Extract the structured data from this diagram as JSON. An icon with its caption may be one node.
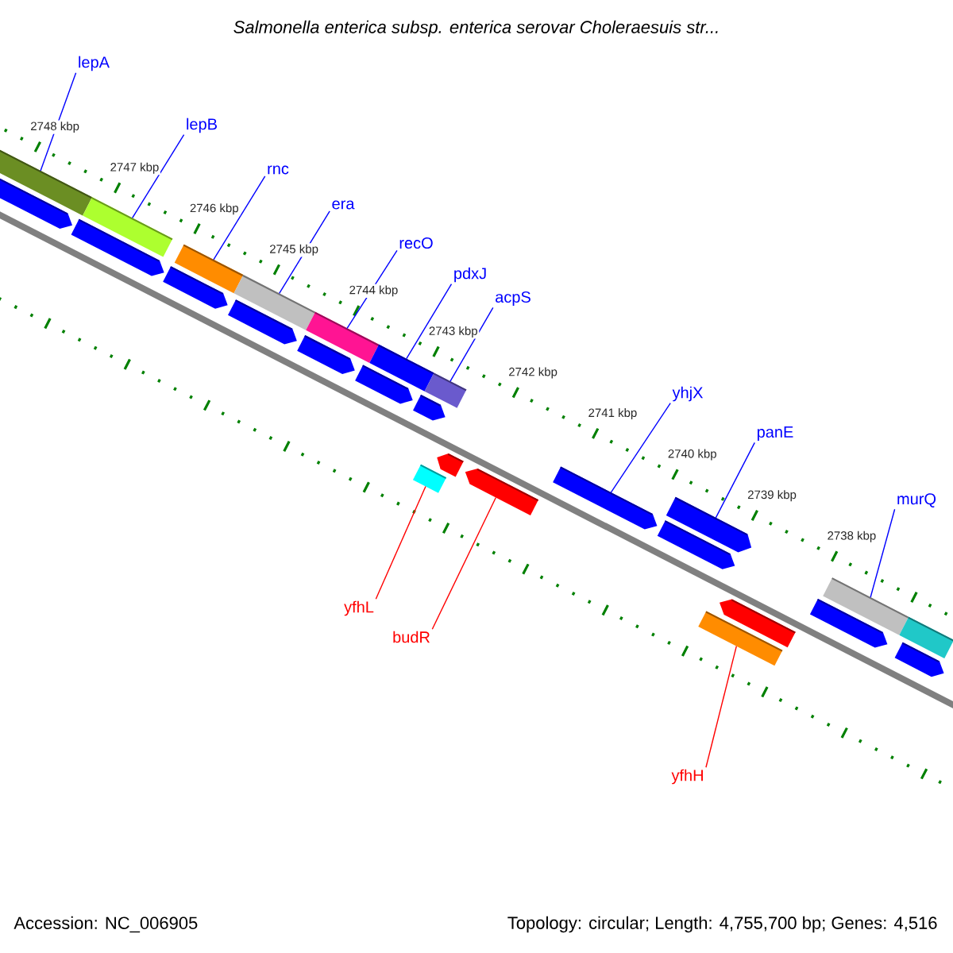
{
  "diagram": {
    "title": "Salmonella enterica subsp. enterica serovar Choleraesuis str...",
    "nodes": [
      {
        "text": [
          "lepA"
        ]
      },
      {
        "text": [
          "lepB"
        ]
      },
      {
        "text": [
          "rnc"
        ]
      },
      {
        "text": [
          "era"
        ]
      },
      {
        "text": [
          "recO"
        ]
      },
      {
        "text": [
          "pdxJ"
        ]
      },
      {
        "text": [
          "acpS"
        ]
      },
      {
        "text": [
          "yhjX"
        ]
      },
      {
        "text": [
          "panE"
        ]
      },
      {
        "text": [
          "murQ"
        ]
      },
      {
        "text": [
          "yfhL"
        ]
      },
      {
        "text": [
          "budR"
        ]
      },
      {
        "text": [
          "yfhH"
        ]
      },
      {
        "text": [],
        "shape": "bar"
      },
      {
        "text": [],
        "shape": "arrow"
      },
      {
        "text": [],
        "shape": "bar"
      },
      {
        "text": [],
        "shape": "arrow"
      },
      {
        "text": [],
        "shape": "bar"
      },
      {
        "text": [],
        "shape": "arrow"
      },
      {
        "text": [],
        "shape": "bar"
      },
      {
        "text": [],
        "shape": "arrow"
      },
      {
        "text": [],
        "shape": "bar"
      },
      {
        "text": [],
        "shape": "arrow"
      },
      {
        "text": [],
        "shape": "bar"
      },
      {
        "text": [],
        "shape": "arrow"
      },
      {
        "text": [],
        "shape": "bar"
      },
      {
        "text": [],
        "shape": "arrow"
      },
      {
        "text": [],
        "shape": "bar"
      },
      {
        "text": [],
        "shape": "arrow"
      },
      {
        "text": [],
        "shape": "arrow"
      },
      {
        "text": [],
        "shape": "arrow"
      },
      {
        "text": [],
        "shape": "arrow"
      },
      {
        "text": [],
        "shape": "arrow"
      },
      {
        "text": [],
        "shape": "bar"
      },
      {
        "text": [],
        "shape": "arrow"
      },
      {
        "text": [],
        "shape": "bar"
      },
      {
        "text": [],
        "shape": "arrow"
      },
      {
        "text": [],
        "shape": "bar"
      },
      {
        "text": [],
        "shape": "arrow"
      }
    ],
    "edges": [
      {
        "from": 0,
        "to": 13,
        "arrow": "none"
      },
      {
        "from": 1,
        "to": 15,
        "arrow": "none"
      },
      {
        "from": 2,
        "to": 17,
        "arrow": "none"
      },
      {
        "from": 3,
        "to": 19,
        "arrow": "none"
      },
      {
        "from": 4,
        "to": 21,
        "arrow": "none"
      },
      {
        "from": 5,
        "to": 23,
        "arrow": "none"
      },
      {
        "from": 6,
        "to": 25,
        "arrow": "none"
      },
      {
        "from": 7,
        "to": 30,
        "arrow": "none"
      },
      {
        "from": 8,
        "to": 31,
        "arrow": "none"
      },
      {
        "from": 9,
        "to": 35,
        "arrow": "none"
      },
      {
        "from": 10,
        "to": 27,
        "arrow": "none",
        "color": "#ff0000"
      },
      {
        "from": 11,
        "to": 29,
        "arrow": "none",
        "color": "#ff0000"
      },
      {
        "from": 12,
        "to": 33,
        "arrow": "none",
        "color": "#ff0000"
      }
    ],
    "labels": [
      "2748 kbp",
      "2747 kbp",
      "2746 kbp",
      "2745 kbp",
      "2744 kbp",
      "2743 kbp",
      "2742 kbp",
      "2741 kbp",
      "2740 kbp",
      "2739 kbp",
      "2738 kbp",
      "Accession: NC_006905",
      "Topology: circular; Length: 4,755,700 bp; Genes: 4,516"
    ]
  }
}
